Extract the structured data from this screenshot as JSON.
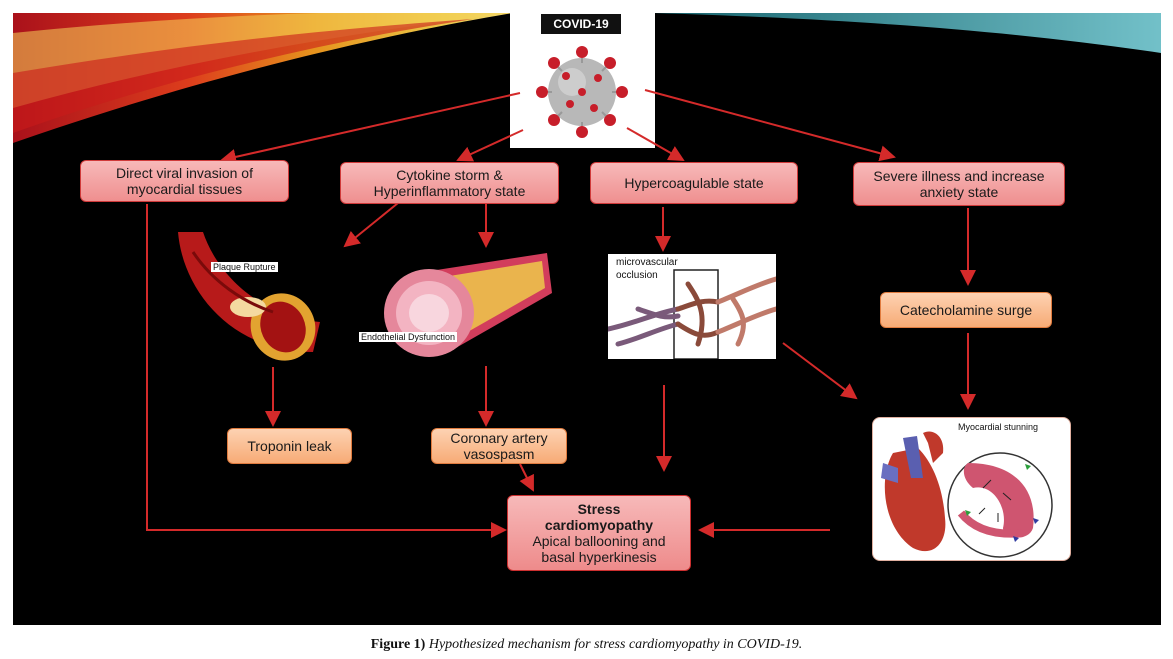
{
  "header_label": "COVID-19",
  "boxes": {
    "direct_viral": "Direct viral invasion of myocardial tissues",
    "cytokine": "Cytokine storm & Hyperinflammatory state",
    "hypercoag": "Hypercoagulable state",
    "severe_illness": "Severe illness and increase anxiety state",
    "catecholamine": "Catecholamine surge",
    "troponin": "Troponin leak",
    "vasospasm": "Coronary artery vasospasm",
    "stress_title": "Stress cardiomyopathy",
    "stress_body": "Apical ballooning and basal hyperkinesis"
  },
  "image_labels": {
    "plaque": "Plaque Rupture",
    "endothelial": "Endothelial Dysfunction",
    "microvascular": "microvascular occlusion",
    "myocardial": "Myocardial stunning"
  },
  "caption": {
    "label": "Figure 1)",
    "text": "Hypothesized mechanism for stress cardiomyopathy in COVID-19."
  },
  "colors": {
    "arrow": "#d42a2a",
    "pink_box": "#f2a0a0",
    "peach_box": "#f9b98a",
    "background": "#000000"
  }
}
